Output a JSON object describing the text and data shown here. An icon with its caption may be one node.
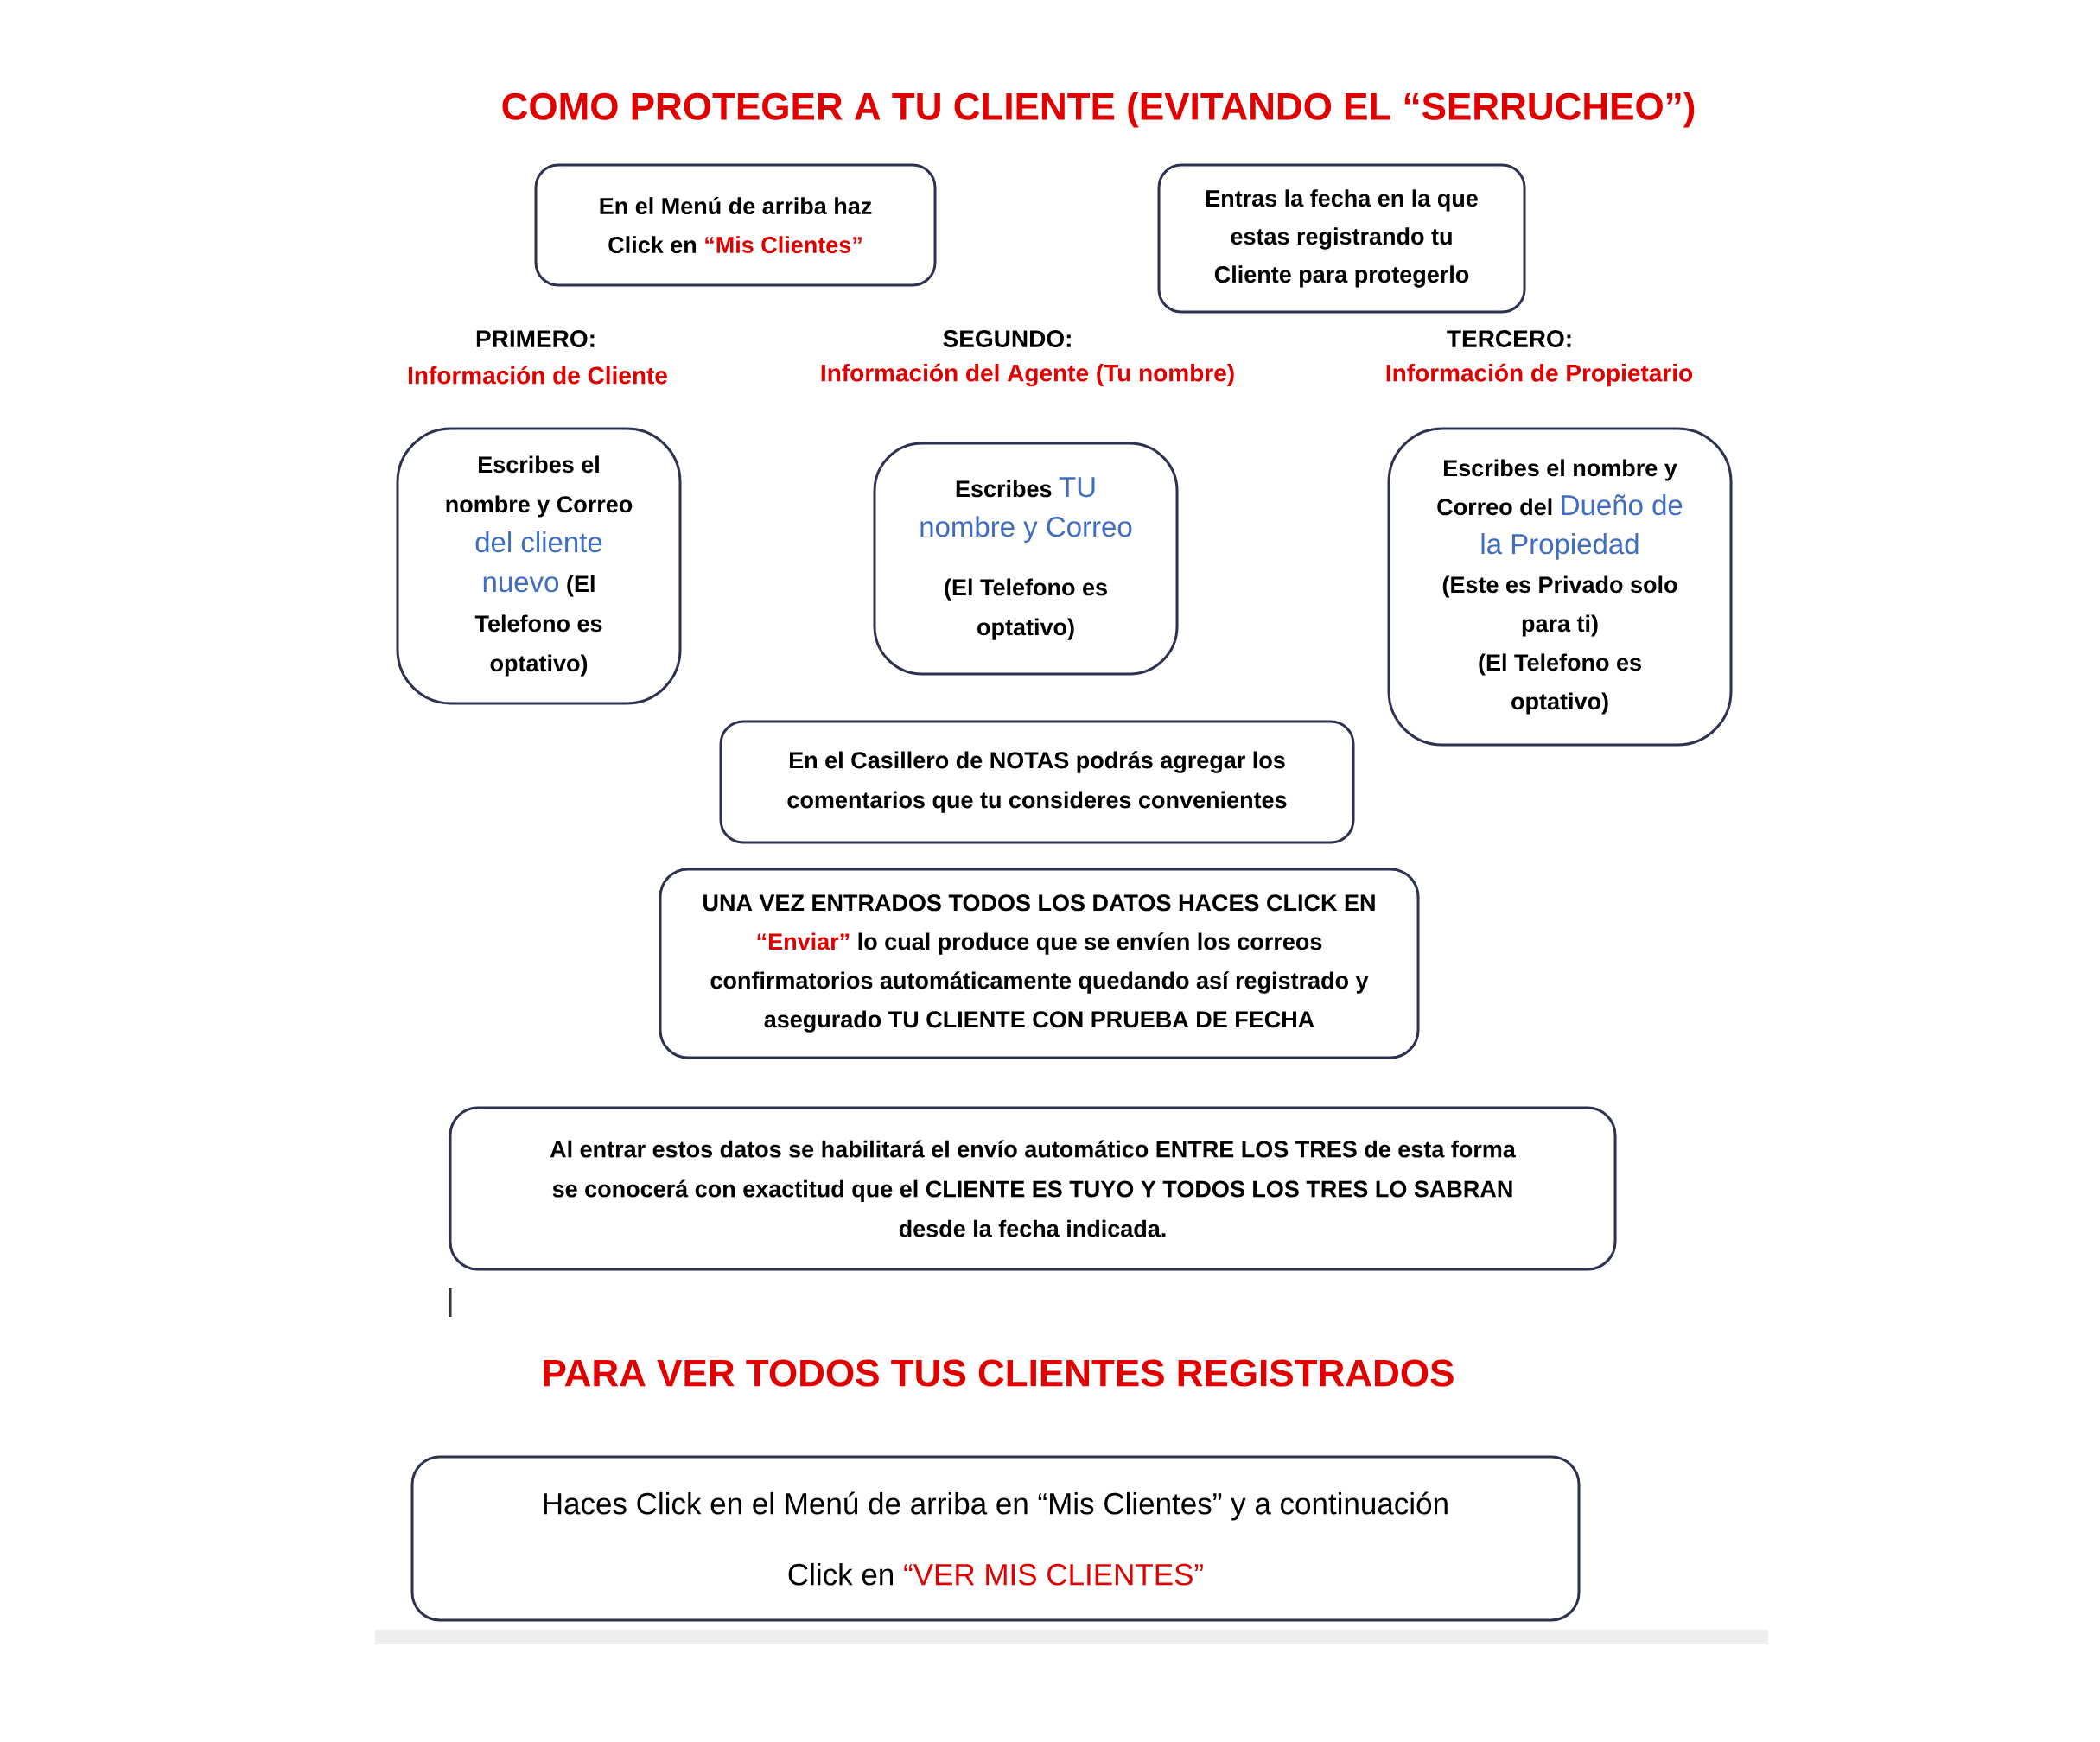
{
  "diagram": {
    "title": "COMO PROTEGER A TU CLIENTE (EVITANDO EL “SERRUCHEO”)",
    "nodes": [
      {
        "text": [
          "En el Menú de arriba haz Click en",
          "“Mis Clientes”"
        ]
      },
      {
        "text": [
          "Entras la fecha en la que estas registrando tu Cliente para protegerlo"
        ]
      },
      {
        "text": [
          "Escribes el nombre y Correo",
          "del cliente nuevo",
          "(El Telefono es optativo)"
        ],
        "beside": [
          "PRIMERO:",
          "Información de Cliente"
        ]
      },
      {
        "text": [
          "Escribes",
          "TU nombre y Correo",
          "(El Telefono es optativo)"
        ],
        "beside": [
          "SEGUNDO:",
          "Información del Agente (Tu nombre)"
        ]
      },
      {
        "text": [
          "Escribes el nombre y Correo del",
          "Dueño de la Propiedad",
          "(Este es Privado solo para ti)",
          "(El Telefono es optativo)"
        ],
        "beside": [
          "TERCERO:",
          "Información de Propietario"
        ]
      },
      {
        "text": [
          "En el Casillero de NOTAS podrás agregar los comentarios que tu consideres convenientes"
        ]
      },
      {
        "text": [
          "UNA VEZ ENTRADOS TODOS LOS DATOS HACES CLICK EN",
          "“Enviar”",
          "lo cual produce que se envíen los correos confirmatorios automáticamente quedando así registrado y asegurado TU CLIENTE CON PRUEBA DE FECHA"
        ]
      },
      {
        "text": [
          "Al entrar estos datos se habilitará el envío automático ENTRE LOS TRES de esta forma se conocerá con exactitud que el CLIENTE ES TUYO Y TODOS LOS TRES LO SABRAN desde la fecha indicada."
        ]
      },
      {
        "text": [
          "Haces Click en el Menú de arriba en “Mis Clientes” y a continuación Click en",
          "“VER MIS CLIENTES”"
        ]
      },
      {
        "text": [],
        "shape": "bar"
      }
    ],
    "labels": [
      "PARA VER TODOS TUS CLIENTES REGISTRADOS"
    ]
  }
}
